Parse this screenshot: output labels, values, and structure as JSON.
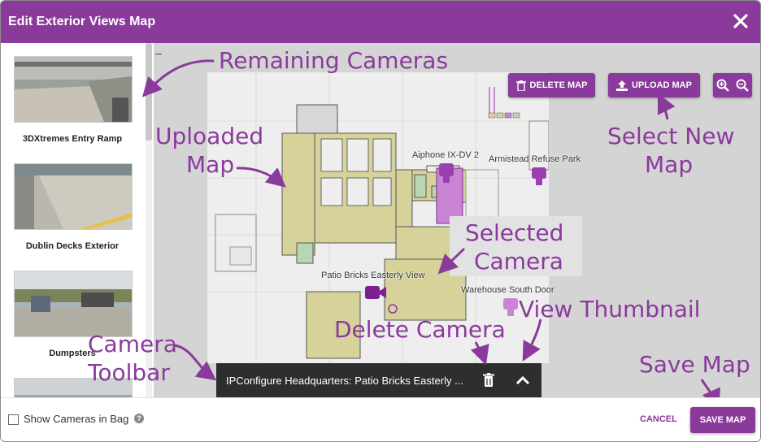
{
  "dialog": {
    "title": "Edit Exterior Views Map",
    "close_icon": "close-icon"
  },
  "sidebar": {
    "cameras": [
      {
        "label": "3DXtremes Entry Ramp"
      },
      {
        "label": "Dublin Decks Exterior"
      },
      {
        "label": "Dumpsters"
      },
      {
        "label": ""
      }
    ]
  },
  "map": {
    "collapse_label": "–",
    "delete_map_label": "DELETE MAP",
    "upload_map_label": "UPLOAD MAP",
    "zoom_in_icon": "zoom-in-icon",
    "zoom_out_icon": "zoom-out-icon",
    "camera_labels": {
      "aiphone": "Aiphone IX-DV 2",
      "armistead": "Armistead Refuse Park",
      "patio": "Patio Bricks Easterly View",
      "warehouse": "Warehouse South Door"
    }
  },
  "camera_toolbar": {
    "text": "IPConfigure Headquarters: Patio Bricks Easterly ...",
    "delete_icon": "trash-icon",
    "expand_icon": "chevron-up-icon"
  },
  "footer": {
    "show_cameras_label": "Show Cameras in Bag",
    "help_icon": "?",
    "cancel_label": "CANCEL",
    "save_label": "SAVE MAP"
  },
  "annotations": {
    "remaining_cameras": "Remaining Cameras",
    "uploaded_map_line1": "Uploaded",
    "uploaded_map_line2": "Map",
    "select_new_map_line1": "Select New",
    "select_new_map_line2": "Map",
    "selected_camera_line1": "Selected",
    "selected_camera_line2": "Camera",
    "view_thumbnail": "View Thumbnail",
    "delete_camera": "Delete Camera",
    "camera_toolbar_line1": "Camera",
    "camera_toolbar_line2": "Toolbar",
    "save_map": "Save Map"
  },
  "colors": {
    "accent": "#8a3a9b",
    "map_room": "#d6d29a",
    "map_highlight": "#c985d4",
    "toolbar_bg": "#2e2e2e"
  }
}
